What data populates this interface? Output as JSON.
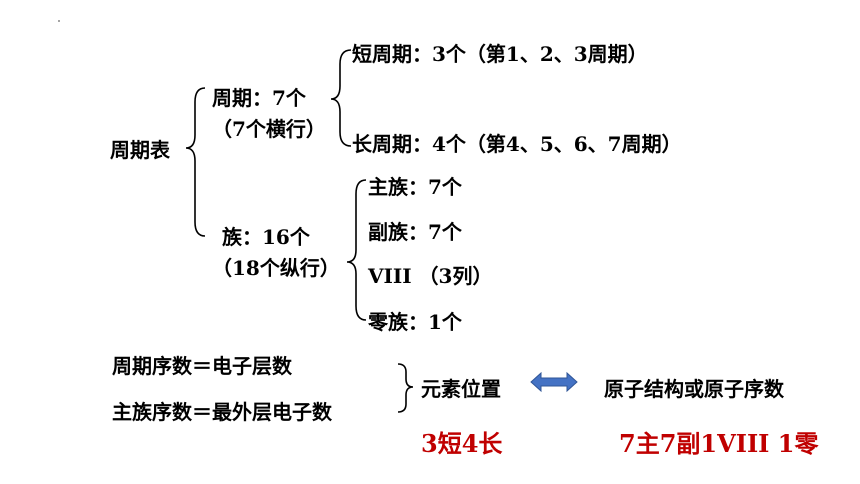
{
  "root": "周期表",
  "periods": {
    "label": "周期：7个",
    "sub": "（7个横行）",
    "short": "短周期：3个（第1、2、3周期）",
    "long": "长周期：4个（第4、5、6、7周期）"
  },
  "groups": {
    "label": "族：16个",
    "sub": "（18个纵行）",
    "main": "主族：7个",
    "sub_group": "副族：7个",
    "viii": "VIII （3列）",
    "zero": "零族：1个"
  },
  "relations": {
    "period_rule": "周期序数＝电子层数",
    "main_rule": "主族序数＝最外层电子数",
    "position": "元素位置",
    "structure": "原子结构或原子序数"
  },
  "mnemonics": {
    "periods": "3短4长",
    "groups": "7主7副1VIII 1零"
  },
  "colors": {
    "accent": "#c00000",
    "arrow": "#4472c4"
  }
}
